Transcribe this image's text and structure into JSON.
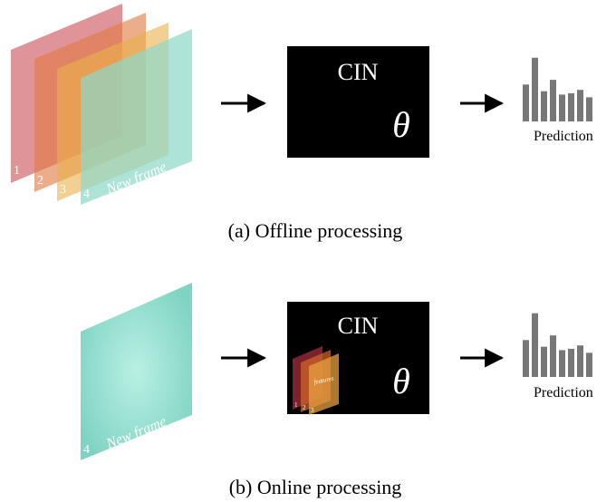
{
  "colors": {
    "frame1": "#d36b73",
    "frame2": "#e07a42",
    "frame3": "#e9b04a",
    "frame4": "#8fd8c8",
    "cin_box": "#000000",
    "bars": "#777777"
  },
  "panels": {
    "offline": {
      "caption": "(a) Offline processing",
      "frames": [
        {
          "index": "1"
        },
        {
          "index": "2"
        },
        {
          "index": "3"
        },
        {
          "index": "4",
          "label": "New frame"
        }
      ],
      "cin": {
        "title": "CIN",
        "symbol": "θ"
      },
      "prediction_label": "Prediction",
      "bars": [
        0.55,
        0.95,
        0.45,
        0.62,
        0.4,
        0.42,
        0.47,
        0.36
      ]
    },
    "online": {
      "caption": "(b) Online processing",
      "frames": [
        {
          "index": "4",
          "label": "New frame"
        }
      ],
      "cin": {
        "title": "CIN",
        "symbol": "θ",
        "features_label": "features",
        "feature_indices": [
          "1",
          "2",
          "3"
        ]
      },
      "prediction_label": "Prediction",
      "bars": [
        0.55,
        0.95,
        0.45,
        0.62,
        0.4,
        0.42,
        0.47,
        0.36
      ]
    }
  }
}
